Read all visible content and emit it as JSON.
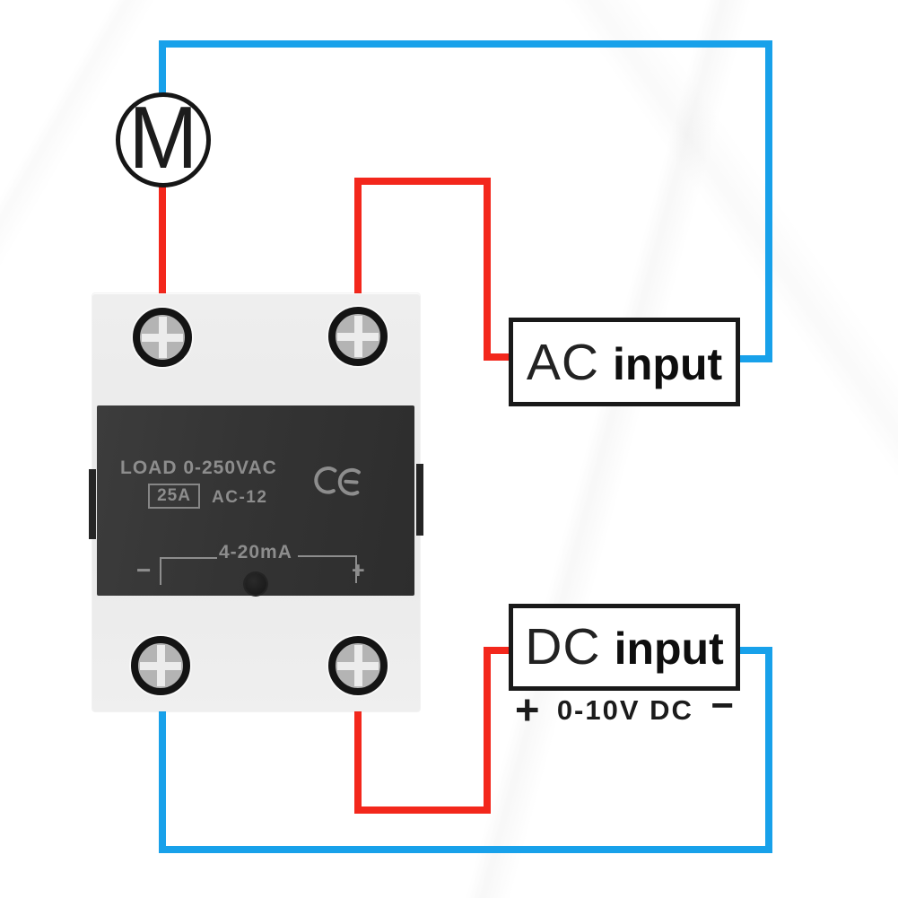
{
  "motor": {
    "label": "M"
  },
  "relay": {
    "load_rating": "LOAD 0-250VAC",
    "current_badge": "25A",
    "model": "AC-12",
    "certification_mark": "CE",
    "control_signal": "4-20mA",
    "control_minus": "−",
    "control_plus": "+"
  },
  "ac_input": {
    "name": "AC",
    "label": "input"
  },
  "dc_input": {
    "name": "DC",
    "label": "input",
    "plus": "+",
    "voltage_range": "0-10V DC",
    "minus": "−"
  },
  "colors": {
    "wire_red": "#f3271c",
    "wire_blue": "#18a1ea",
    "relay_body": "#eaeaea",
    "relay_panel": "#323232",
    "panel_text": "#8d8d8d",
    "outline": "#191919"
  }
}
